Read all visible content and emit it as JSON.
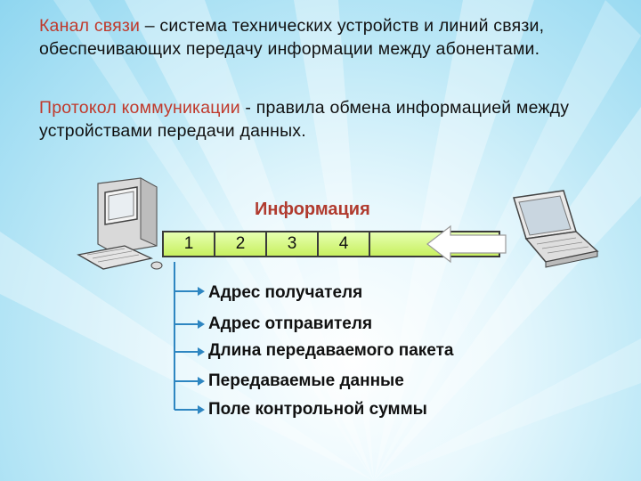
{
  "paragraph1": {
    "term": "Канал связи",
    "text": " – система технических устройств и линий связи, обеспечивающих передачу информации между абонентами."
  },
  "paragraph2": {
    "term": "Протокол коммуникации",
    "text": " - правила обмена информацией между устройствами передачи данных."
  },
  "diagram": {
    "label": "Информация",
    "segments": [
      "1",
      "2",
      "3",
      "4"
    ],
    "fields": [
      "Адрес получателя",
      "Адрес отправителя",
      "Длина передаваемого пакета",
      "Передаваемые данные",
      "Поле контрольной суммы"
    ],
    "colors": {
      "term": "#c0392b",
      "label": "#b03a2e",
      "packet": "#d4f57a",
      "arrow": "#2e86c1"
    },
    "icons": [
      "desktop-computer-icon",
      "laptop-icon",
      "left-arrow-icon"
    ]
  }
}
